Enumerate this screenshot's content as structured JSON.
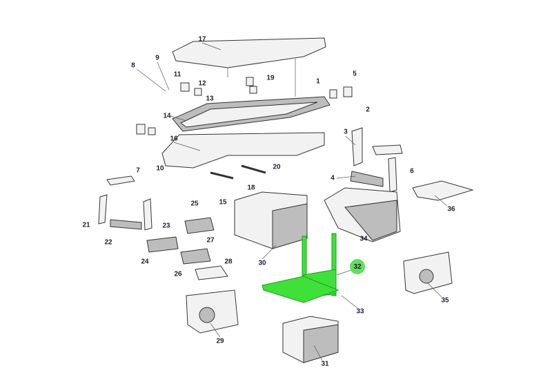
{
  "diagram": {
    "title": "Exploded parts diagram",
    "highlight_color": "#3fe03a",
    "highlighted_part": "32",
    "callouts": [
      "17",
      "9",
      "8",
      "11",
      "12",
      "19",
      "13",
      "14",
      "1",
      "5",
      "2",
      "16",
      "3",
      "10",
      "20",
      "7",
      "18",
      "4",
      "6",
      "25",
      "15",
      "36",
      "21",
      "23",
      "22",
      "27",
      "34",
      "30",
      "24",
      "26",
      "28",
      "32",
      "35",
      "33",
      "29",
      "31"
    ]
  }
}
